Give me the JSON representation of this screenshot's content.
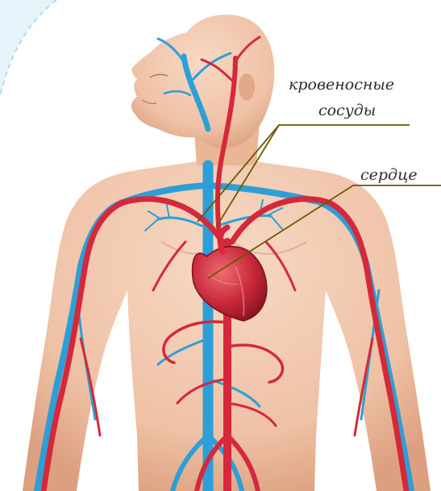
{
  "labels": {
    "blood_vessels": [
      "кровеносные",
      "сосуды"
    ],
    "heart": "сердце"
  },
  "colors": {
    "background": "#ffffff",
    "corner_decoration": "#e6f3fb",
    "corner_dash": "#a9d3ea",
    "skin": "#f1c6ad",
    "skin_shadow": "#d89e80",
    "artery": "#d6283a",
    "vein": "#2d9fd6",
    "heart": "#c8283a",
    "leader_line": "#6a5a00",
    "label_text": "#2b2b2b"
  },
  "figure": {
    "subject": "human-circulatory-system",
    "elements": [
      "body-silhouette",
      "arteries",
      "veins",
      "heart"
    ]
  }
}
